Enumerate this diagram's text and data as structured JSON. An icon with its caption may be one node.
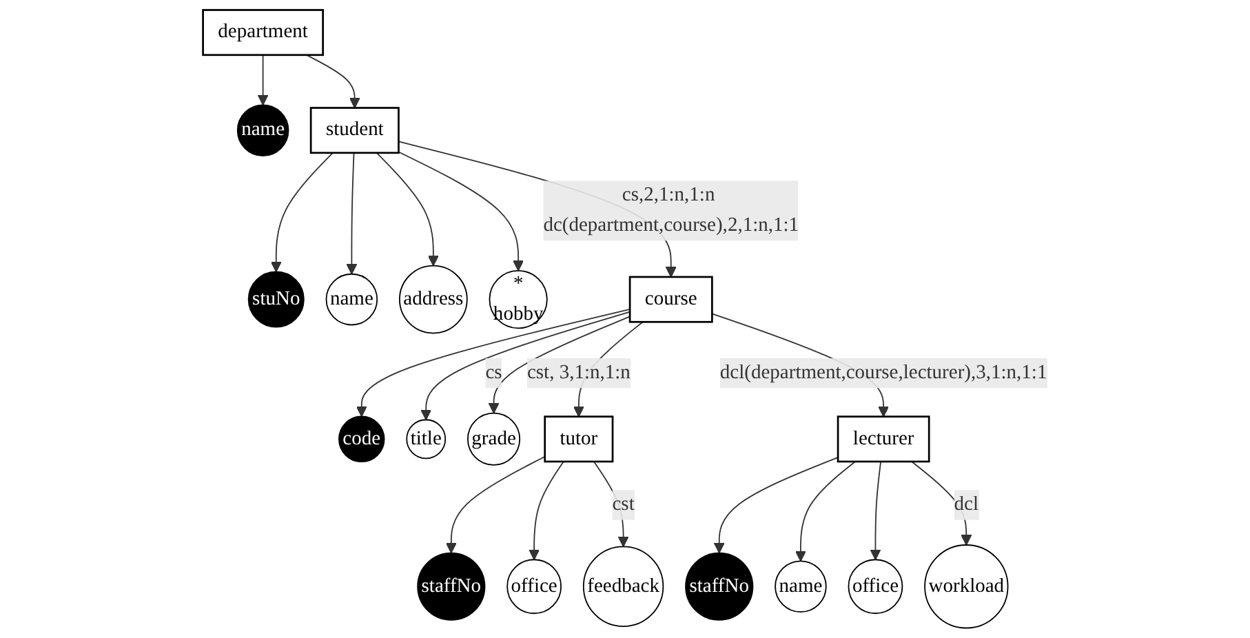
{
  "diagram": {
    "nodes": [
      {
        "text": [
          "department"
        ]
      },
      {
        "text": [
          "name"
        ]
      },
      {
        "text": [
          "student"
        ]
      },
      {
        "text": [
          "stuNo"
        ]
      },
      {
        "text": [
          "name"
        ]
      },
      {
        "text": [
          "address"
        ]
      },
      {
        "text": [
          "*",
          "hobby"
        ]
      },
      {
        "text": [
          "course"
        ]
      },
      {
        "text": [
          "code"
        ]
      },
      {
        "text": [
          "title"
        ]
      },
      {
        "text": [
          "grade"
        ]
      },
      {
        "text": [
          "tutor"
        ]
      },
      {
        "text": [
          "staffNo"
        ]
      },
      {
        "text": [
          "office"
        ]
      },
      {
        "text": [
          "feedback"
        ]
      },
      {
        "text": [
          "lecturer"
        ]
      },
      {
        "text": [
          "staffNo"
        ]
      },
      {
        "text": [
          "name"
        ]
      },
      {
        "text": [
          "office"
        ]
      },
      {
        "text": [
          "workload"
        ]
      }
    ],
    "edges": [
      {
        "from": 0,
        "to": 1,
        "arrow": "to"
      },
      {
        "from": 0,
        "to": 2,
        "arrow": "to"
      },
      {
        "from": 2,
        "to": 3,
        "arrow": "to"
      },
      {
        "from": 2,
        "to": 4,
        "arrow": "to"
      },
      {
        "from": 2,
        "to": 5,
        "arrow": "to"
      },
      {
        "from": 2,
        "to": 6,
        "arrow": "to"
      },
      {
        "from": 2,
        "to": 7,
        "arrow": "to",
        "label": "cs,2,1:n,1:n dc(department,course),2,1:n,1:1"
      },
      {
        "from": 7,
        "to": 8,
        "arrow": "to"
      },
      {
        "from": 7,
        "to": 9,
        "arrow": "to"
      },
      {
        "from": 7,
        "to": 10,
        "arrow": "to",
        "label": "cs"
      },
      {
        "from": 7,
        "to": 11,
        "arrow": "to",
        "label": "cst, 3,1:n,1:n"
      },
      {
        "from": 7,
        "to": 15,
        "arrow": "to",
        "label": "dcl(department,course,lecturer),3,1:n,1:1"
      },
      {
        "from": 11,
        "to": 12,
        "arrow": "to"
      },
      {
        "from": 11,
        "to": 13,
        "arrow": "to"
      },
      {
        "from": 11,
        "to": 14,
        "arrow": "to",
        "label": "cst"
      },
      {
        "from": 15,
        "to": 16,
        "arrow": "to"
      },
      {
        "from": 15,
        "to": 17,
        "arrow": "to"
      },
      {
        "from": 15,
        "to": 18,
        "arrow": "to"
      },
      {
        "from": 15,
        "to": 19,
        "arrow": "to",
        "label": "dcl"
      }
    ]
  }
}
